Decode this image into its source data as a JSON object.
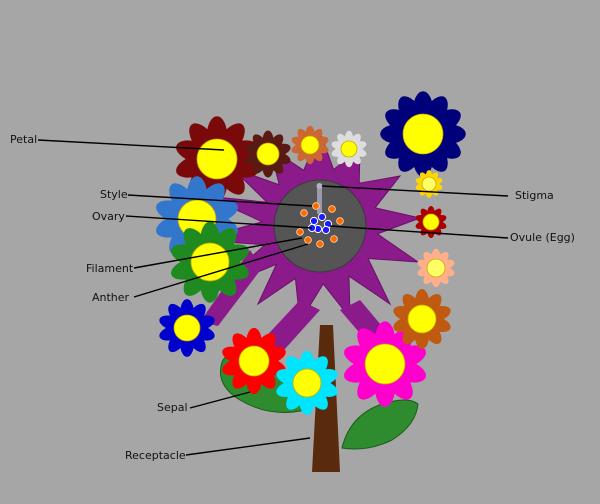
{
  "labels": {
    "petal": "Petal",
    "style": "Style",
    "ovary": "Ovary",
    "filament": "Filament",
    "anther": "Anther",
    "sepal": "Sepal",
    "receptacle": "Receptacle",
    "stigma": "Stigma",
    "ovule": "Ovule (Egg)"
  },
  "colors": {
    "background": "#a6a6a6",
    "main_petals": "#8b1a8b",
    "ovary": "#555555",
    "stem": "#5a2a0c",
    "leaf": "#2e8b2e",
    "center": "#ffff00",
    "ovule": "#1a1aff",
    "anther": "#ff6a00"
  },
  "flowers": [
    {
      "name": "dark-red-flower",
      "petal_color": "#7a0a0a",
      "center_color": "#ffff00"
    },
    {
      "name": "brown-flower",
      "petal_color": "#5a1a14",
      "center_color": "#ffff00"
    },
    {
      "name": "orange-flower",
      "petal_color": "#cc6633",
      "center_color": "#ffff00"
    },
    {
      "name": "white-flower",
      "petal_color": "#dddddd",
      "center_color": "#ffff00"
    },
    {
      "name": "navy-flower",
      "petal_color": "#00007a",
      "center_color": "#ffff00"
    },
    {
      "name": "small-yellow-flower",
      "petal_color": "#ffd700",
      "center_color": "#ffff66"
    },
    {
      "name": "small-red-flower",
      "petal_color": "#aa0000",
      "center_color": "#ffff00"
    },
    {
      "name": "peach-flower",
      "petal_color": "#ffb08a",
      "center_color": "#ffff66"
    },
    {
      "name": "blue-flower",
      "petal_color": "#3377cc",
      "center_color": "#ffff00"
    },
    {
      "name": "green-flower",
      "petal_color": "#1f8a1f",
      "center_color": "#ffff00"
    },
    {
      "name": "bright-blue-flower",
      "petal_color": "#0000cc",
      "center_color": "#ffff00"
    },
    {
      "name": "red-flower",
      "petal_color": "#ff0000",
      "center_color": "#ffff00"
    },
    {
      "name": "cyan-flower",
      "petal_color": "#00e5ff",
      "center_color": "#ffff00"
    },
    {
      "name": "magenta-flower",
      "petal_color": "#ff00cc",
      "center_color": "#ffff00"
    },
    {
      "name": "amber-flower",
      "petal_color": "#c05a10",
      "center_color": "#ffff00"
    }
  ]
}
